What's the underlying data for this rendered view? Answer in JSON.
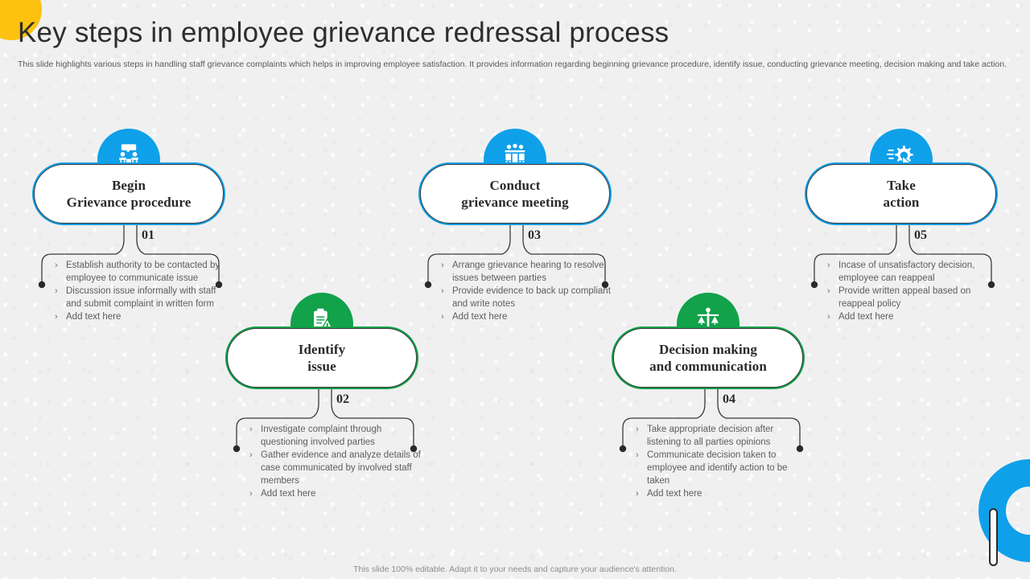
{
  "header": {
    "title": "Key steps in employee grievance redressal process",
    "subtitle": "This slide highlights various steps in handling staff grievance complaints which helps in improving employee satisfaction. It provides information regarding beginning grievance procedure, identify issue, conducting grievance meeting, decision making and take action."
  },
  "colors": {
    "blue": "#0fa0ea",
    "green": "#11a24a",
    "yellow": "#fcc20f",
    "text_dark": "#2a2a2a",
    "text_body": "#5d5d5d"
  },
  "steps": [
    {
      "number": "01",
      "color": "blue",
      "icon": "people-meeting-icon",
      "title_lines": [
        "Begin",
        "Grievance procedure"
      ],
      "bullets": [
        "Establish authority to be contacted by employee to communicate issue",
        "Discussion issue informally  with staff and submit complaint in written form",
        "Add text here"
      ]
    },
    {
      "number": "02",
      "color": "green",
      "icon": "clipboard-warning-icon",
      "title_lines": [
        "Identify",
        "issue"
      ],
      "bullets": [
        "Investigate  complaint through  questioning involved   parties",
        "Gather  evidence  and analyze details of case communicated  by involved   staff members",
        "Add text here"
      ]
    },
    {
      "number": "03",
      "color": "blue",
      "icon": "meeting-table-icon",
      "title_lines": [
        "Conduct",
        "grievance meeting"
      ],
      "bullets": [
        "Arrange  grievance hearing to resolve  issues between  parties",
        "Provide  evidence  to back up compliant  and write notes",
        "Add text here"
      ]
    },
    {
      "number": "04",
      "color": "green",
      "icon": "balance-scales-icon",
      "title_lines": [
        "Decision making",
        "and communication"
      ],
      "bullets": [
        "Take appropriate  decision after  listening to all parties opinions",
        "Communicate  decision taken to employee and identify  action to be taken",
        "Add text here"
      ]
    },
    {
      "number": "05",
      "color": "blue",
      "icon": "gear-cursor-icon",
      "title_lines": [
        "Take",
        "action"
      ],
      "bullets": [
        "Incase of unsatisfactory decision, employee can reappeal",
        "Provide  written appeal based on reappeal  policy",
        "Add text here"
      ]
    }
  ],
  "footer": {
    "note": "This slide 100% editable. Adapt it to your needs and capture your audience's attention."
  }
}
